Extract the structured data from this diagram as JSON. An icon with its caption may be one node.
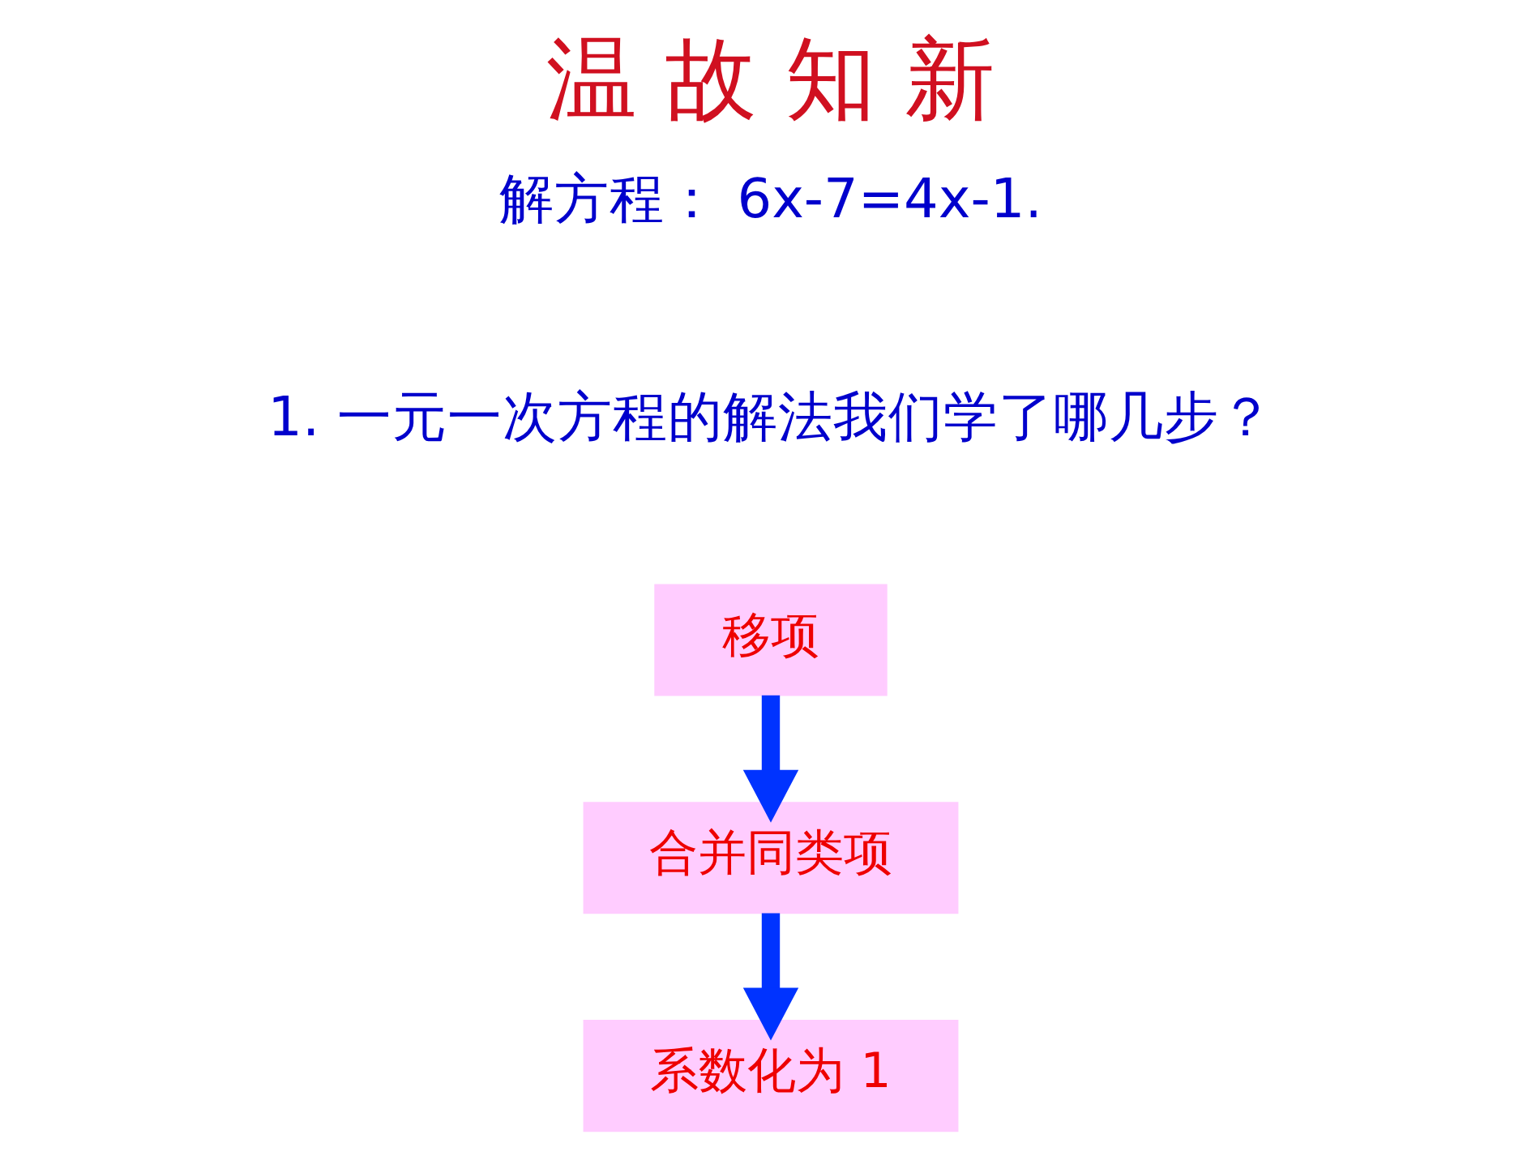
{
  "diagram": {
    "title": "温 故 知 新",
    "nodes": [
      {
        "text": [
          "移项"
        ]
      },
      {
        "text": [
          "合并同类项"
        ]
      },
      {
        "text": [
          "系数化为 1"
        ]
      }
    ],
    "edges": [
      {
        "from": 0,
        "to": 1,
        "arrow": "to"
      },
      {
        "from": 1,
        "to": 2,
        "arrow": "to"
      }
    ],
    "labels": [
      "解方程： 6x-7=4x-1.",
      "1. 一元一次方程的解法我们学了哪几步？"
    ]
  }
}
